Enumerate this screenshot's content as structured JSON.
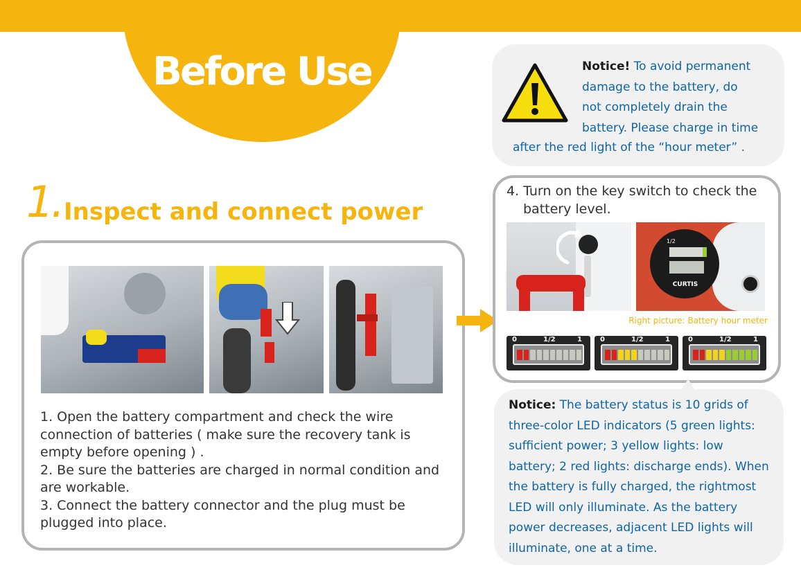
{
  "header": {
    "title": "Before Use"
  },
  "step1": {
    "number": "1.",
    "title": "Inspect and connect power",
    "instructions": [
      "1. Open the battery compartment and check the wire connection of batteries ( make sure the recovery tank is empty before opening ) .",
      "2. Be sure the batteries are charged in normal condition and are workable.",
      "3. Connect the battery connector and the plug must be plugged into place."
    ]
  },
  "notice_top": {
    "label": "Notice!",
    "lines": [
      " To avoid permanent",
      "damage to the battery, do",
      "not completely drain the",
      "battery. Please charge in time"
    ],
    "last_line": "after the red light of the  “hour meter” ."
  },
  "step4": {
    "line1": "4. Turn on the key switch to check the",
    "line2": "battery level.",
    "caption": "Right picture: Battery hour meter"
  },
  "meter": {
    "brand": "CURTIS",
    "scale_empty": "0",
    "scale_half": "1/2",
    "scale_full": "1"
  },
  "led_examples": [
    {
      "lit": [
        "#d8231c",
        "#d8231c"
      ]
    },
    {
      "lit": [
        "#d8231c",
        "#d8231c",
        "#f2d51a",
        "#f2d51a",
        "#f2d51a"
      ]
    },
    {
      "lit": [
        "#d8231c",
        "#d8231c",
        "#f2d51a",
        "#f2d51a",
        "#f2d51a",
        "#9acd32",
        "#9acd32",
        "#9acd32",
        "#9acd32",
        "#9acd32"
      ]
    }
  ],
  "notice_bottom": {
    "label": "Notice:",
    "text": " The battery status is 10 grids of three-color LED indicators (5 green lights: sufficient power; 3 yellow lights: low battery; 2 red lights: discharge ends). When the battery is fully charged, the rightmost LED will only illuminate. As the battery power decreases, adjacent LED lights will illuminate, one at a time."
  },
  "colors": {
    "accent": "#f6b40e",
    "notice_blue": "#0e65a6",
    "border_gray": "#b4b4b4",
    "panel_gray": "#f1f1f1"
  }
}
